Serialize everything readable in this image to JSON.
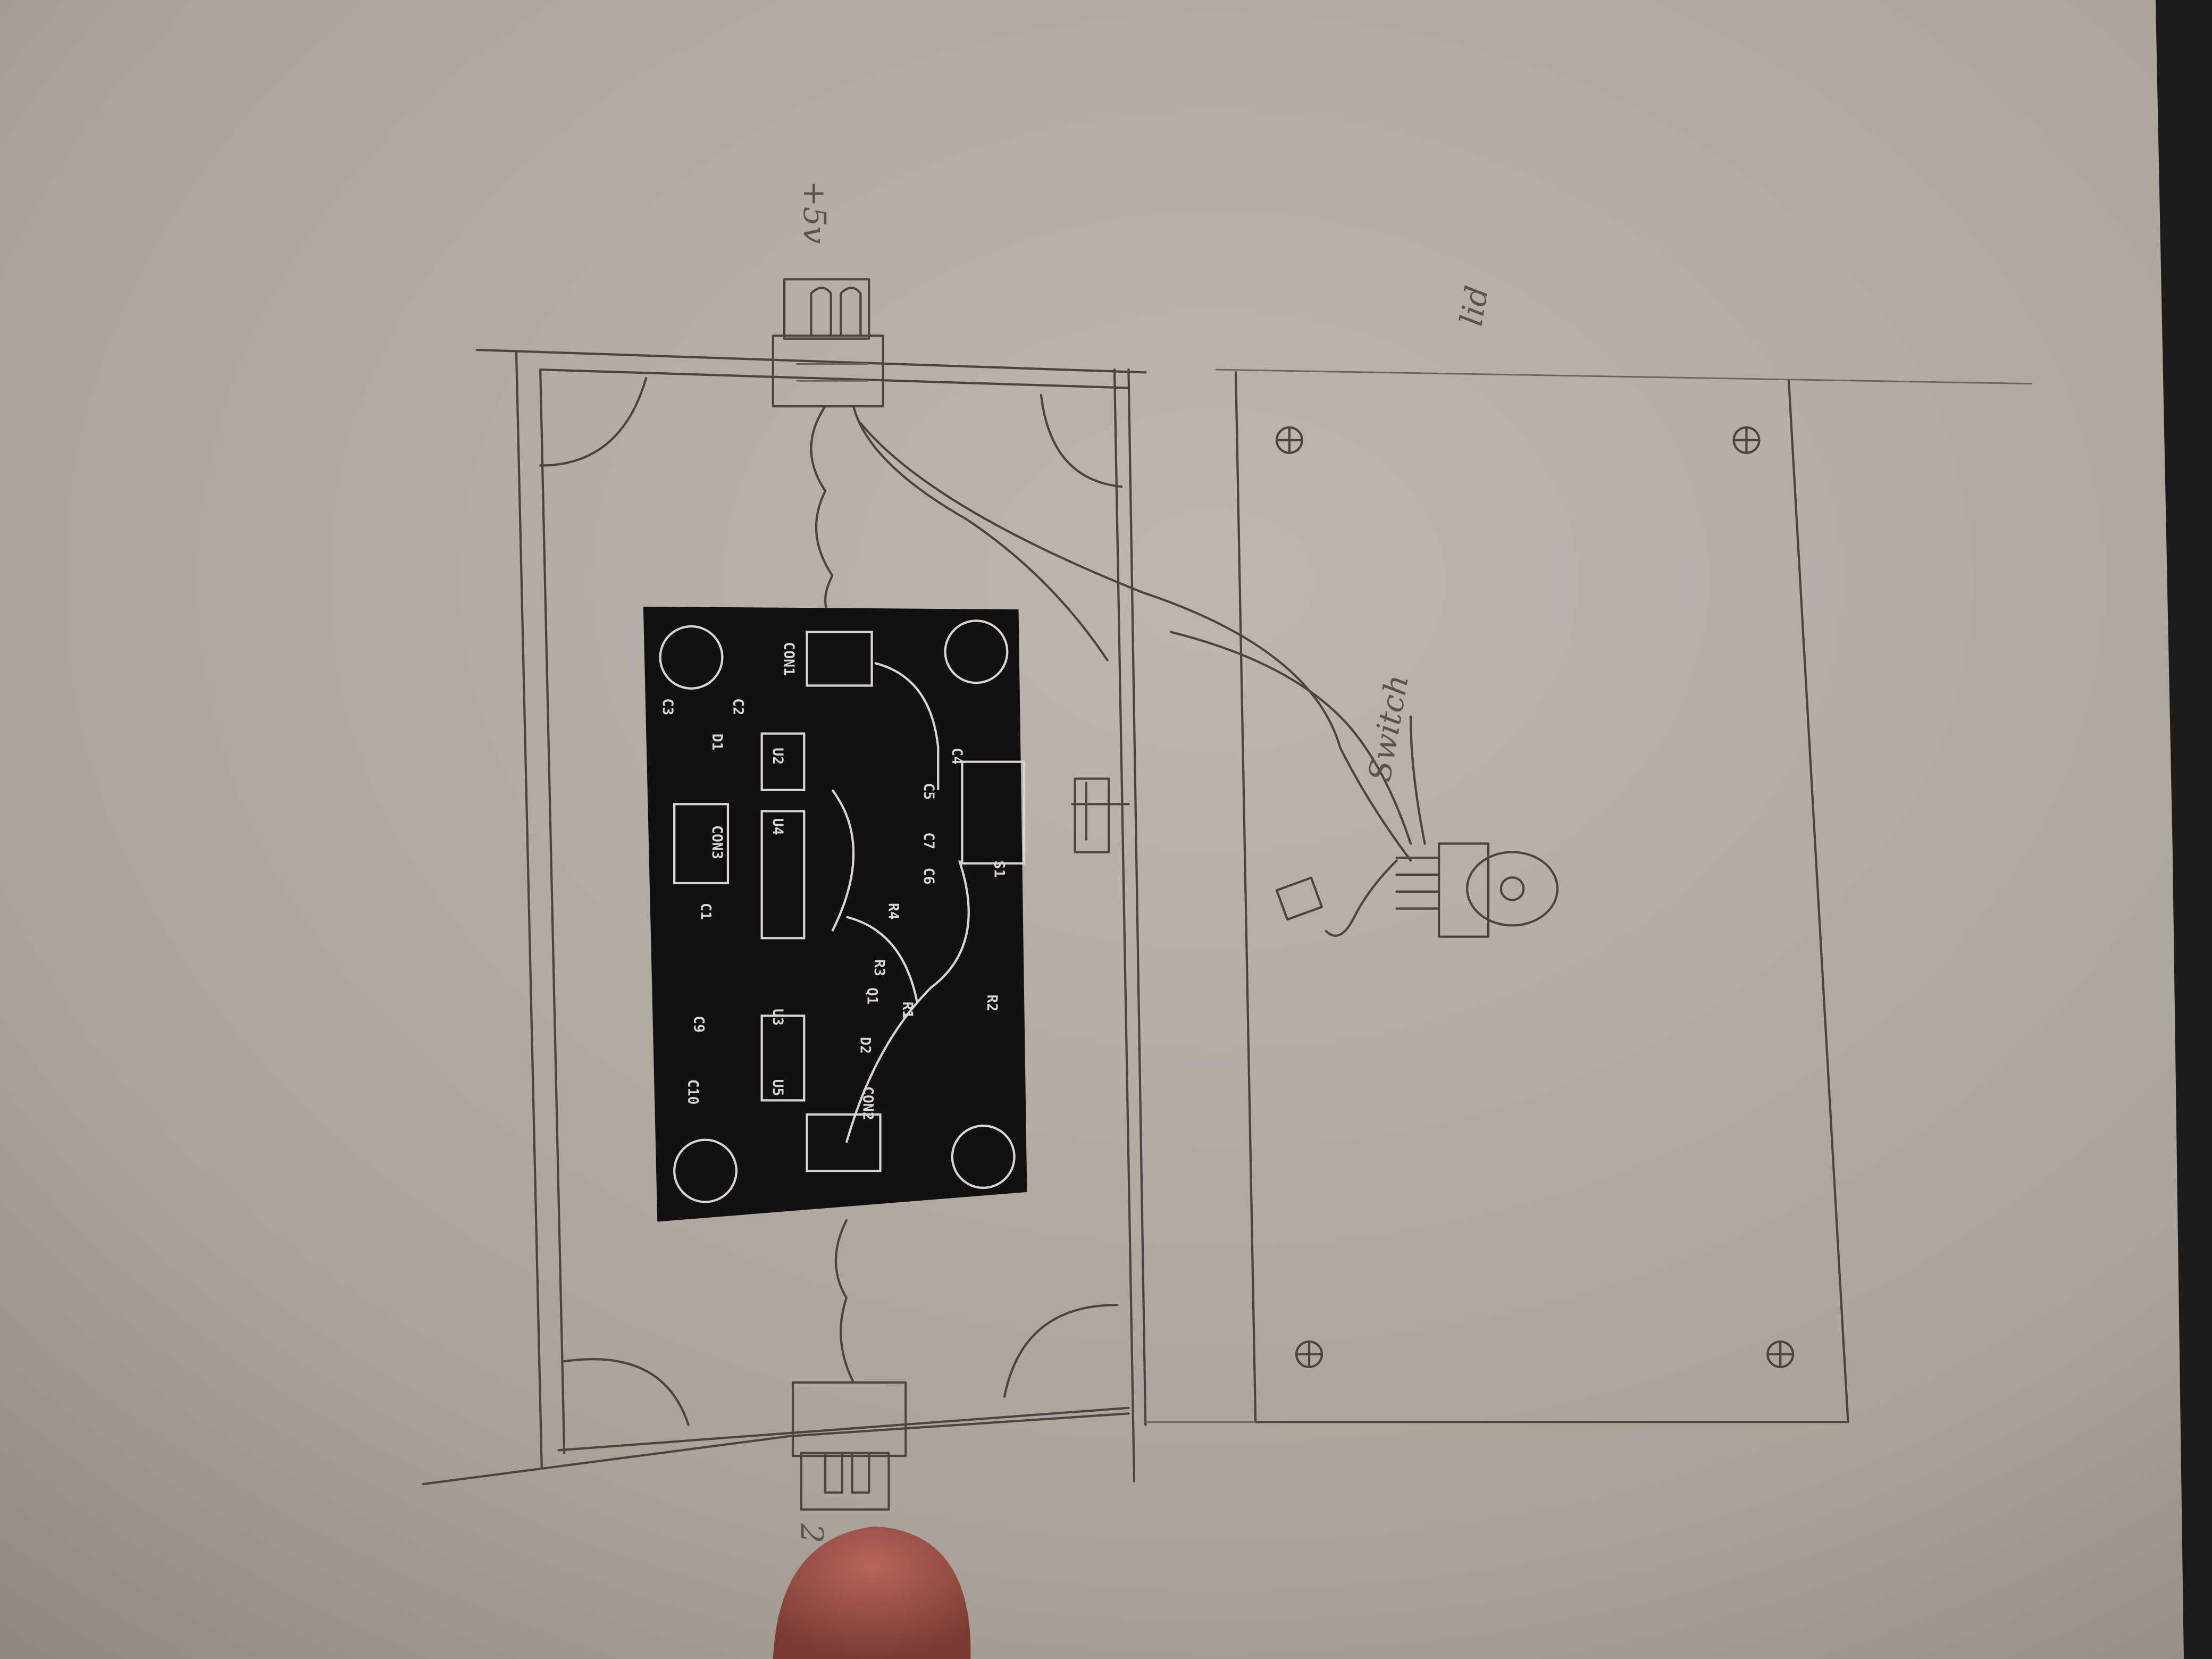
{
  "sketch": {
    "labels": {
      "top_connector": "+5v",
      "bottom_connector": "2",
      "lid": "lid",
      "switch": "Switch"
    }
  },
  "pcb": {
    "silkscreen": [
      "CON1",
      "C2",
      "C3",
      "D1",
      "U2",
      "CON3",
      "C1",
      "C9",
      "C10",
      "U3",
      "U5",
      "U4",
      "C4",
      "C5",
      "C6",
      "C7",
      "R4",
      "R3",
      "R1",
      "R2",
      "Q1",
      "D2",
      "CON2",
      "S1"
    ]
  },
  "colors": {
    "paper": "#b8b2aa",
    "pcb": "#121011",
    "silkscreen": "#d8d4cf",
    "pencil": "#4a4540",
    "finger": "#a0524a"
  }
}
